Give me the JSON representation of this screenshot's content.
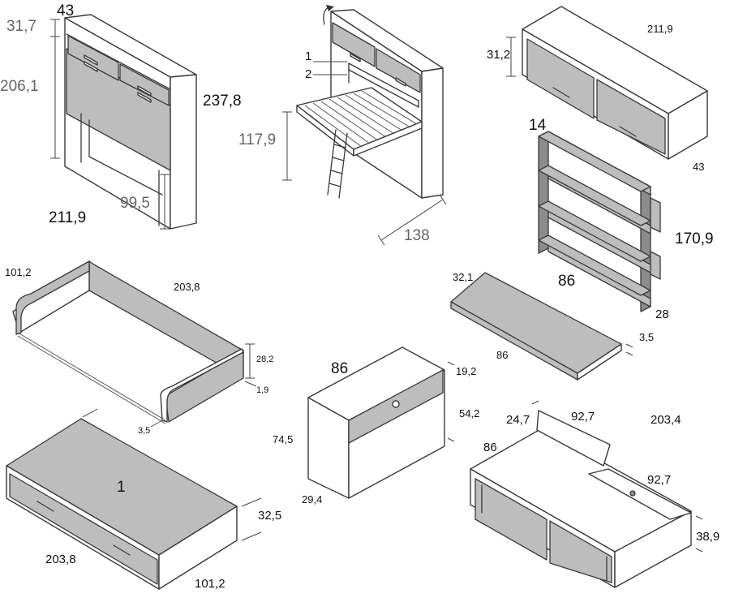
{
  "piece_1": {
    "depth": "43",
    "top_height": "31,7",
    "cabinet_height": "206,1",
    "total_height": "237,8",
    "width": "211,9",
    "clearance": "99,5"
  },
  "piece_2": {
    "callout_1": "1",
    "callout_2": "2",
    "height": "117,9",
    "depth": "138"
  },
  "piece_3": {
    "width": "211,9",
    "height": "31,2",
    "depth": "43"
  },
  "piece_4": {
    "depth": "14",
    "height": "170,9",
    "width": "86",
    "thickness": "28"
  },
  "piece_5": {
    "width": "101,2",
    "length": "203,8",
    "height": "28,2",
    "offset": "1,9",
    "thickness": "3,5"
  },
  "piece_6": {
    "depth": "32,1",
    "width": "86",
    "thickness": "3,5"
  },
  "piece_7": {
    "width": "86",
    "drawer_height": "19,2",
    "lower_height": "54,2",
    "height": "74,5",
    "depth": "29,4"
  },
  "piece_8": {
    "label": "1",
    "height": "32,5",
    "length": "203,8",
    "width": "101,2"
  },
  "piece_9": {
    "lid_depth": "24,7",
    "lid_length": "92,7",
    "length": "203,4",
    "width": "86",
    "panel_length": "92,7",
    "height": "38,9"
  }
}
